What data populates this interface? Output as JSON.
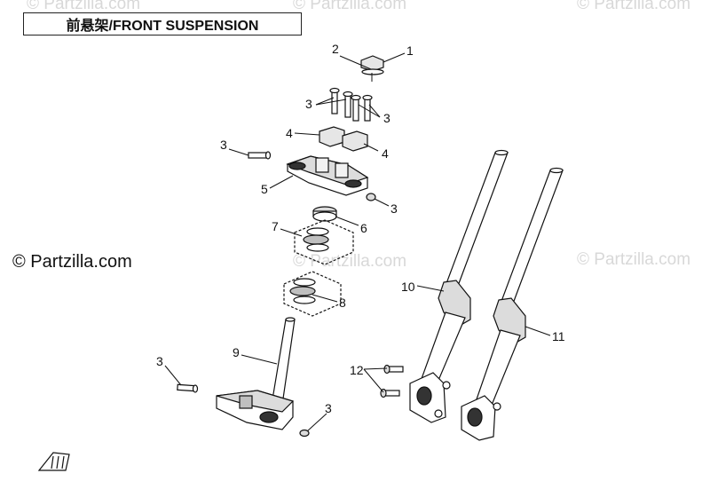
{
  "title": "前悬架/FRONT SUSPENSION",
  "watermark": "© Partzilla.com",
  "callouts": {
    "c1": "1",
    "c2": "2",
    "c3a": "3",
    "c3b": "3",
    "c3c": "3",
    "c3d": "3",
    "c3e": "3",
    "c3f": "3",
    "c4a": "4",
    "c4b": "4",
    "c5": "5",
    "c6": "6",
    "c7": "7",
    "c8": "8",
    "c9": "9",
    "c10": "10",
    "c11": "11",
    "c12": "12"
  },
  "colors": {
    "line": "#111111",
    "fill": "#ffffff",
    "shade": "#bfbfbf",
    "dark": "#333333"
  }
}
